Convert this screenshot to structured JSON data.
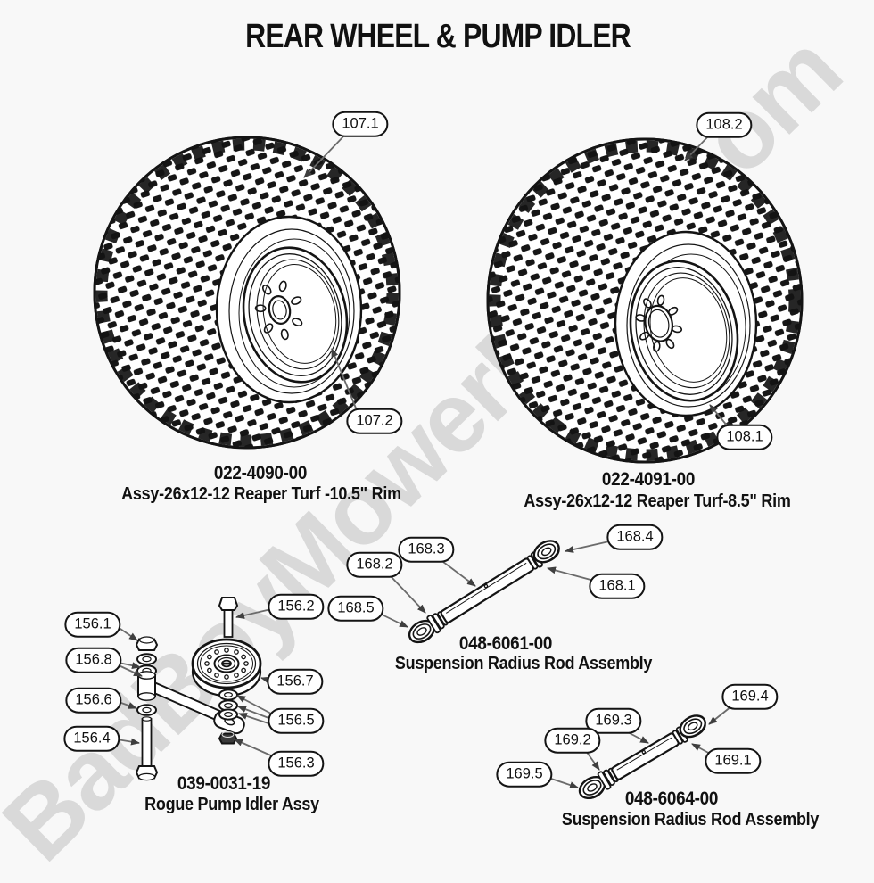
{
  "title": "REAR WHEEL & PUMP IDLER",
  "watermark": "BadBoyMowerParts.com",
  "colors": {
    "background": "#f8f8f8",
    "line_art": "#141414",
    "leader_line": "#6b6b6b",
    "arrowhead": "#3f3f3f",
    "watermark": "#d9d9d9"
  },
  "parts": {
    "wheel_left": {
      "part_number": "022-4090-00",
      "description": "Assy-26x12-12 Reaper Turf -10.5\" Rim"
    },
    "wheel_right": {
      "part_number": "022-4091-00",
      "description": "Assy-26x12-12 Reaper Turf-8.5\" Rim"
    },
    "pump_idler": {
      "part_number": "039-0031-19",
      "description": "Rogue Pump Idler Assy"
    },
    "radius_rod_1": {
      "part_number": "048-6061-00",
      "description": "Suspension Radius Rod Assembly"
    },
    "radius_rod_2": {
      "part_number": "048-6064-00",
      "description": "Suspension Radius Rod Assembly"
    }
  },
  "callouts": {
    "c107_1": "107.1",
    "c107_2": "107.2",
    "c108_1": "108.1",
    "c108_2": "108.2",
    "c156_1": "156.1",
    "c156_2": "156.2",
    "c156_3": "156.3",
    "c156_4": "156.4",
    "c156_5": "156.5",
    "c156_6": "156.6",
    "c156_7": "156.7",
    "c156_8": "156.8",
    "c168_1": "168.1",
    "c168_2": "168.2",
    "c168_3": "168.3",
    "c168_4": "168.4",
    "c168_5": "168.5",
    "c169_1": "169.1",
    "c169_2": "169.2",
    "c169_3": "169.3",
    "c169_4": "169.4",
    "c169_5": "169.5"
  }
}
